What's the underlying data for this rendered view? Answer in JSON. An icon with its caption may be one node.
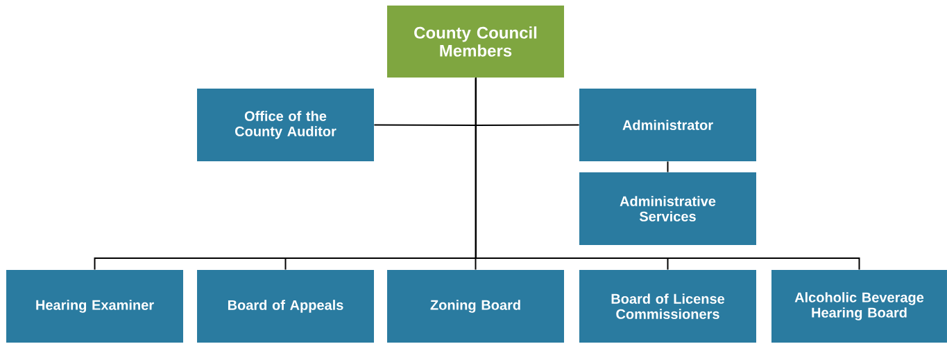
{
  "diagram": {
    "nodes": [
      {
        "text": [
          "County Council Members"
        ]
      },
      {
        "text": [
          "Office of the County Auditor"
        ]
      },
      {
        "text": [
          "Administrator"
        ]
      },
      {
        "text": [
          "Administrative Services"
        ]
      },
      {
        "text": [
          "Hearing Examiner"
        ]
      },
      {
        "text": [
          "Board of Appeals"
        ]
      },
      {
        "text": [
          "Zoning Board"
        ]
      },
      {
        "text": [
          "Board of License Commissioners"
        ]
      },
      {
        "text": [
          "Alcoholic Beverage Hearing Board"
        ]
      }
    ],
    "edges": [
      {
        "from": 0,
        "to": 1,
        "arrow": "none"
      },
      {
        "from": 0,
        "to": 2,
        "arrow": "none"
      },
      {
        "from": 2,
        "to": 3,
        "arrow": "none"
      },
      {
        "from": 0,
        "to": 4,
        "arrow": "none"
      },
      {
        "from": 0,
        "to": 5,
        "arrow": "none"
      },
      {
        "from": 0,
        "to": 6,
        "arrow": "none"
      },
      {
        "from": 0,
        "to": 7,
        "arrow": "none"
      },
      {
        "from": 0,
        "to": 8,
        "arrow": "none"
      }
    ]
  }
}
